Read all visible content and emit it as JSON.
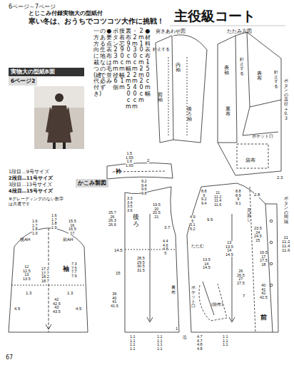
{
  "diagram": {
    "title": "主役級コート",
    "nodes": [
      {
        "text": [
          "実物大の型紙B面"
        ]
      },
      {
        "text": [
          "6ページ2"
        ]
      },
      {
        "text": [
          "かこみ製図"
        ]
      }
    ],
    "labels": [
      "6ページ～7ページ",
      "とじこみ付録実物大の型紙付",
      "寒い冬は、おうちでコツコツ大作に挑戦！",
      "●材料 表布150cm幅",
      "2m10cm・2m20cm",
      "・2m30cm・2m40cm",
      "裏布90cm幅2m50cm",
      "接着芯90cm幅1m",
      "ボタン23mm径6個",
      "●要点 表布は毛並み",
      "のある生地なので必ず",
      "一方方向に裁つ(縫代付き)",
      "1段目…9号サイズ",
      "2段目…11号サイズ",
      "3段目…13号サイズ",
      "4段目…15号サイズ",
      "※グレーディングのない数字は共通です",
      "突きあわせ図",
      "たたみ方図",
      "針止する",
      "内袖",
      "前袖",
      "後ろ袖",
      "表袖",
      "裏布",
      "針止する",
      "表布",
      "針止する",
      "ポケット口",
      "袋布",
      "ボタンの直径+0.3",
      "2.3",
      "ボタンの間隔",
      "11 11.2 11.4 11.6",
      "衿",
      "後ろ",
      "前",
      "袖",
      "後AH",
      "前AH",
      "たたむ",
      "見返し",
      "ポケット口",
      "(袋布)",
      "裏布",
      "芯",
      "1.5 1.55 1.6 1.65",
      "2",
      "9.2 9.4 9.6 9.8",
      "3.3 3.4 3.5 3.6",
      "25.7 26 26.3 26.6",
      "19.5 20 20.5 21",
      "3.7",
      "4.4 4.6 4.8 5",
      "14.5",
      "28.5 29.5 30.5 31.5",
      "15",
      "39 40 41 41.5",
      "1.1 1.1 1.1 1.1",
      "1.1 1.1 1.1 1.1",
      "1",
      "8.8 9 9.2 9.4",
      "11 11.2 11.4 11.6",
      "8.8 8.9 9 9.1",
      "2.8",
      "4.9 5 5.1 5.2",
      "9.5",
      "13 13.5 14 14.5",
      "23.5 24 24.5 25",
      "16.5 17 17.5 18",
      "13.5 14 14.5",
      "26 26.5 27 27.5",
      "40 41 42 42.5",
      "4.7 4.7 4.8 4.8",
      "7",
      "1 1 1.1 1.1",
      "1.6 1.7 1.8 1.9",
      "1.6 1.7 1.8 1.9",
      "15.5 16 16.5 17",
      "12 12.5 13 13.5",
      "17.2 17.7 18.2 18.7",
      "7.3 7.5 7.7 7.9",
      "42 42.5 43 43.5",
      "4.5",
      "4.5",
      "1.3",
      "1.3",
      "67"
    ]
  }
}
